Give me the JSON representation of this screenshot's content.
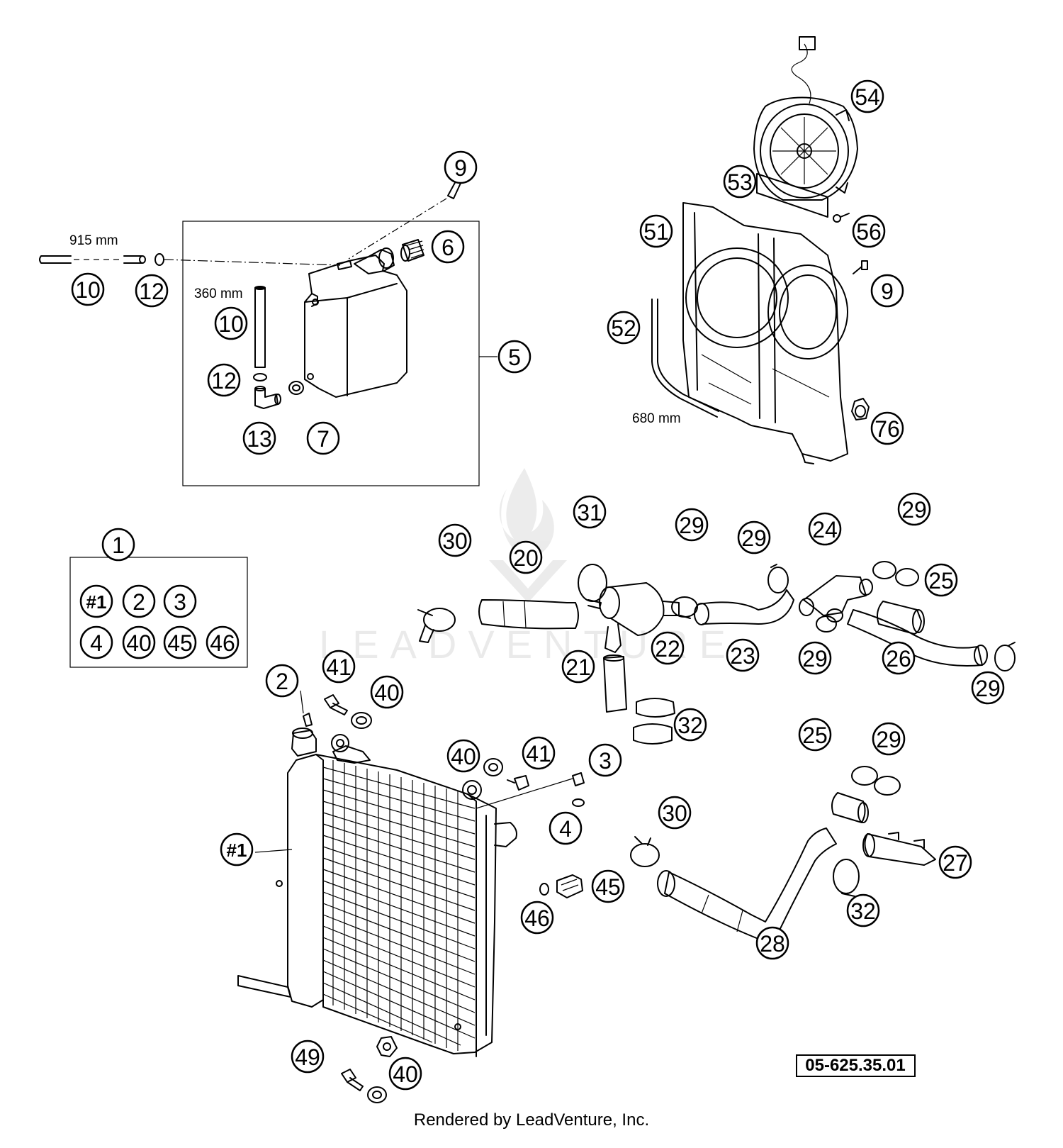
{
  "diagram_id": "05-625.35.01",
  "watermark": "LEADVENTURE",
  "footer": "Rendered by LeadVenture, Inc.",
  "dimensions": {
    "hose_915": "915 mm",
    "hose_360": "360 mm",
    "hose_680": "680 mm"
  },
  "kit_group": {
    "title": "1",
    "members": [
      "#1",
      "2",
      "3",
      "4",
      "40",
      "45",
      "46"
    ]
  },
  "callouts": [
    "9",
    "6",
    "10",
    "12",
    "10",
    "12",
    "13",
    "7",
    "5",
    "54",
    "53",
    "51",
    "56",
    "9",
    "52",
    "76",
    "1",
    "31",
    "30",
    "20",
    "29",
    "29",
    "24",
    "29",
    "25",
    "22",
    "23",
    "29",
    "26",
    "29",
    "21",
    "32",
    "2",
    "41",
    "40",
    "40",
    "41",
    "3",
    "#1",
    "4",
    "30",
    "25",
    "29",
    "27",
    "45",
    "46",
    "32",
    "28",
    "49",
    "40"
  ]
}
